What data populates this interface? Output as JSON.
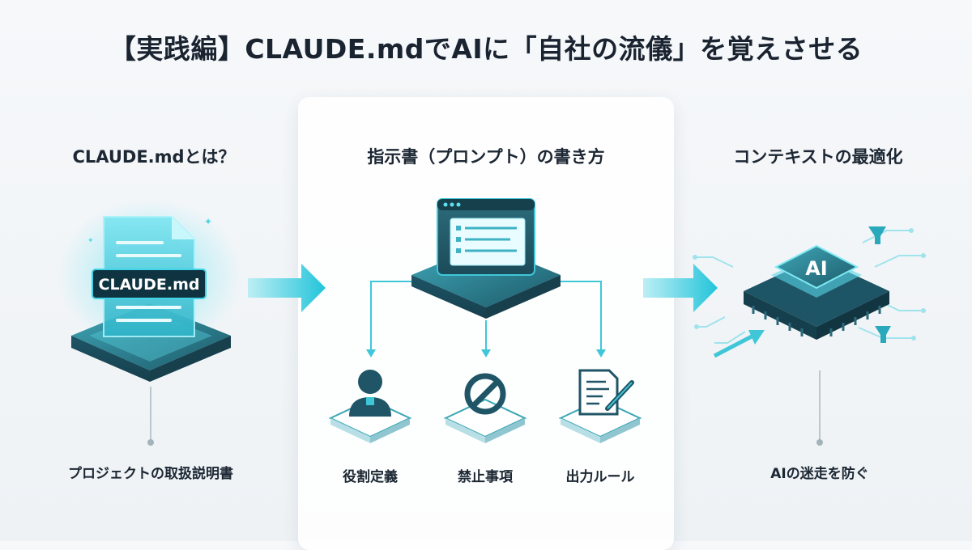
{
  "title": "【実践編】CLAUDE.mdでAIに「自社の流儀」を覚えさせる",
  "columns": [
    {
      "heading": "CLAUDE.mdとは？",
      "icon": "claude-md-document-icon",
      "file_label": "CLAUDE.md",
      "caption": "プロジェクトの取扱説明書"
    },
    {
      "heading": "指示書（プロンプト）の書き方",
      "icon": "prompt-window-icon",
      "items": [
        {
          "label": "役割定義",
          "icon": "user-role-icon"
        },
        {
          "label": "禁止事項",
          "icon": "prohibited-icon"
        },
        {
          "label": "出力ルール",
          "icon": "document-edit-icon"
        }
      ]
    },
    {
      "heading": "コンテキストの最適化",
      "icon": "ai-chip-icon",
      "chip_label": "AI",
      "caption": "AIの迷走を防ぐ"
    }
  ],
  "colors": {
    "accent": "#26c6da",
    "dark_teal": "#1d4e5f",
    "text": "#1c2733"
  }
}
